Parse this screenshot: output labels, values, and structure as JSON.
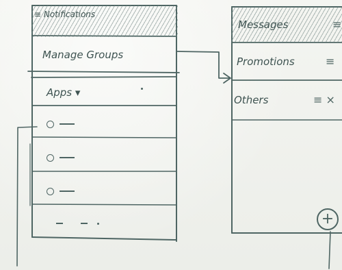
{
  "left_panel": {
    "header_label": "≡ Notifications",
    "manage_groups_label": "Manage Groups",
    "apps_label": "Apps ▾",
    "app_rows": [
      "o —",
      "o —",
      "o —",
      "- - ."
    ]
  },
  "right_panel": {
    "groups": [
      {
        "label": "Messages",
        "icon": "≡"
      },
      {
        "label": "Promotions",
        "icon": "≡"
      },
      {
        "label": "Others",
        "icon": "≡ ×"
      }
    ],
    "add_button_icon": "+"
  },
  "colors": {
    "ink": "#4e6563",
    "paper": "#f1f2ee"
  }
}
